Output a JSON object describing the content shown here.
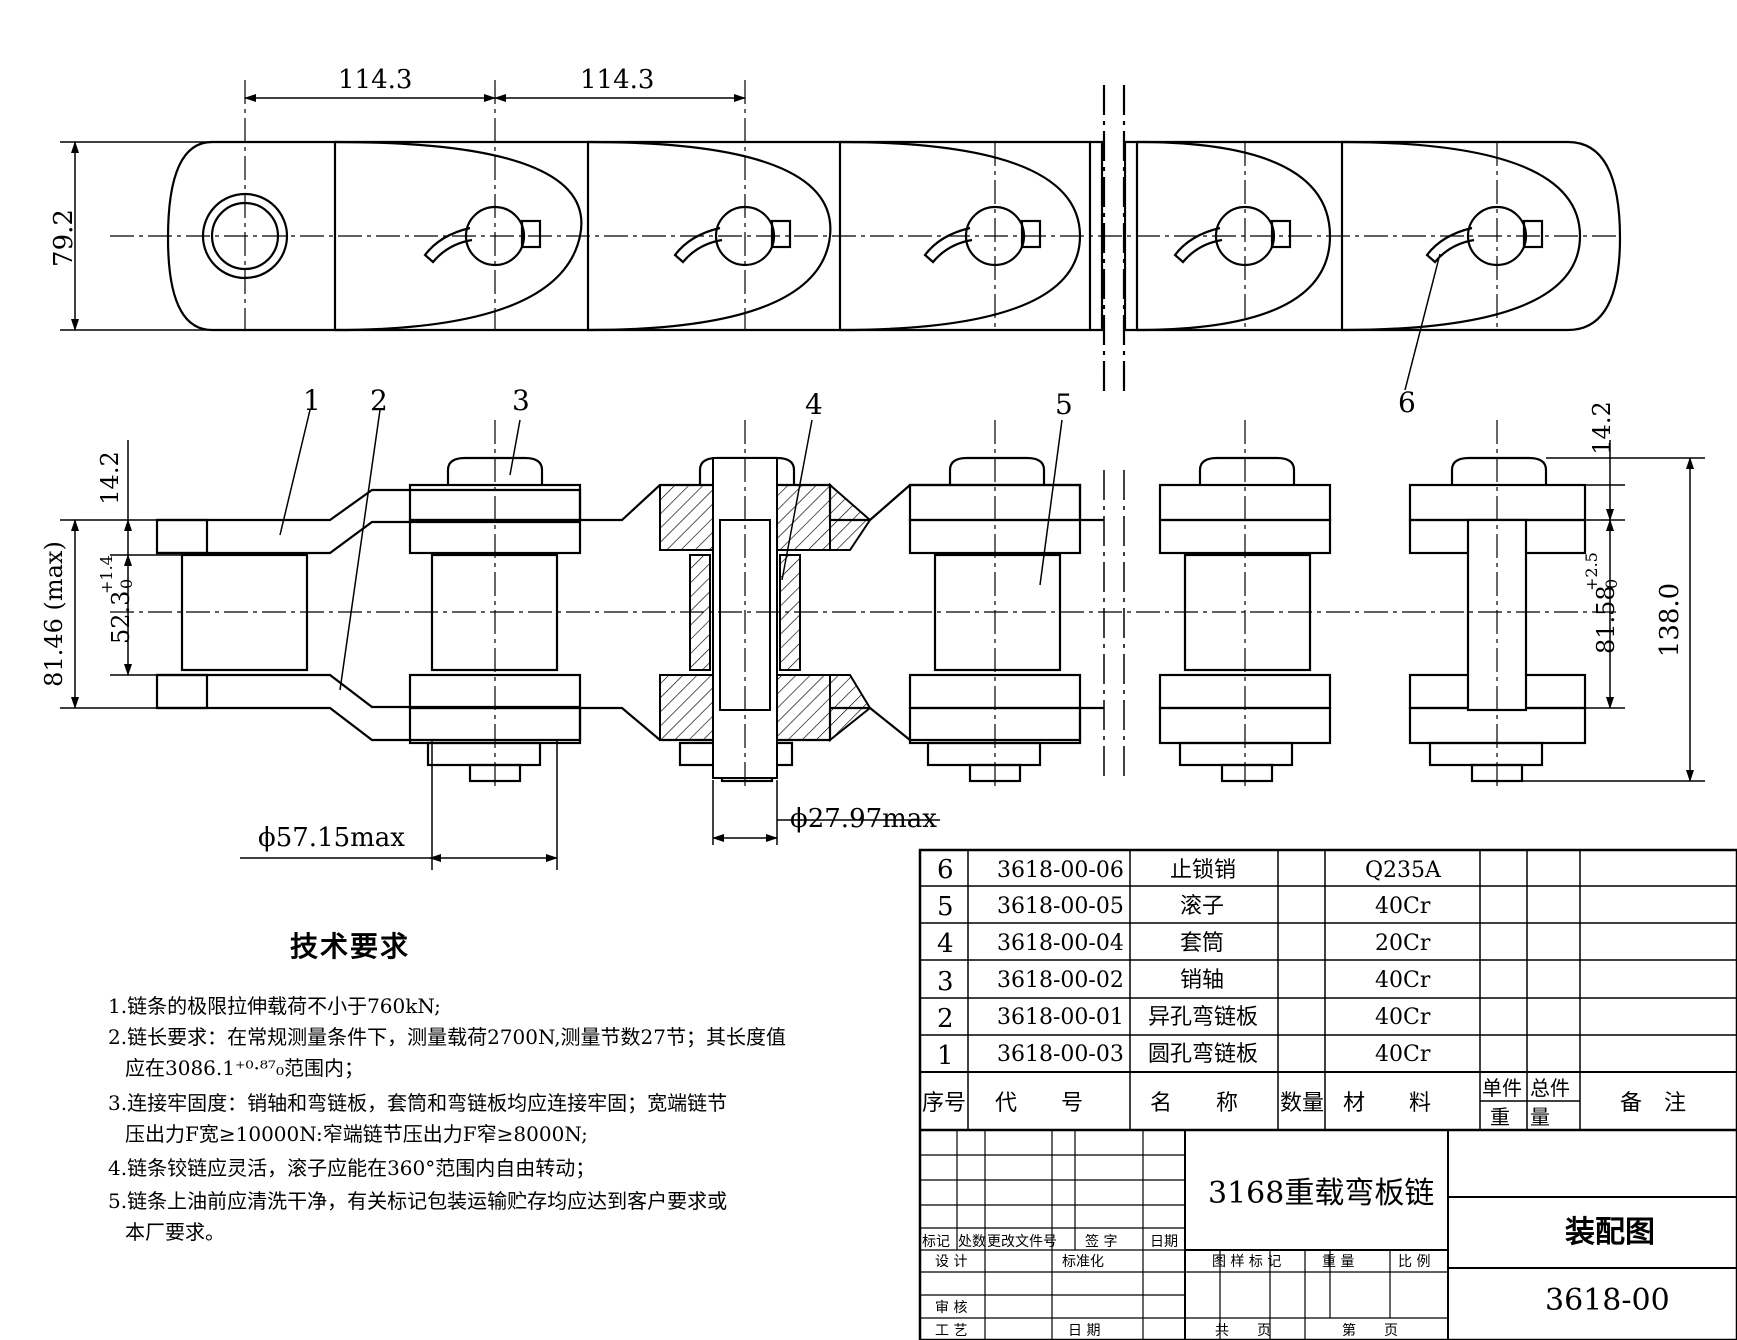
{
  "dimensions": {
    "pitch_1": "114.3",
    "pitch_2": "114.3",
    "plate_height": "79.2",
    "left_plate_thk": "14.2",
    "right_plate_thk": "14.2",
    "max_width": "81.46 (max)",
    "inner_width": "52.3",
    "inner_width_tol_upper": "+1.4",
    "inner_width_tol_lower": "0",
    "outer_inner": "81.58",
    "outer_inner_tol_upper": "+2.5",
    "outer_inner_tol_lower": "0",
    "overall": "138.0",
    "roller_dia": "ϕ57.15max",
    "pin_dia": "ϕ27.97max"
  },
  "balloons": [
    "1",
    "2",
    "3",
    "4",
    "5",
    "6"
  ],
  "tech_requirements": {
    "title": "技术要求",
    "items": [
      "1.链条的极限拉伸载荷不小于760kN;",
      "2.链长要求：在常规测量条件下，测量载荷2700N,测量节数27节；其长度值",
      "应在3086.1⁺⁰·⁸⁷₀范围内；",
      "3.连接牢固度：销轴和弯链板，套筒和弯链板均应连接牢固；宽端链节",
      "压出力F宽≥10000N:窄端链节压出力F窄≥8000N;",
      "4.链条铰链应灵活，滚子应能在360°范围内自由转动；",
      "5.链条上油前应清洗干净，有关标记包装运输贮存均应达到客户要求或",
      "本厂要求。"
    ]
  },
  "bom": {
    "rows": [
      {
        "no": "6",
        "code": "3618-00-06",
        "name": "止锁销",
        "qty": "",
        "material": "Q235A"
      },
      {
        "no": "5",
        "code": "3618-00-05",
        "name": "滚子",
        "qty": "",
        "material": "40Cr"
      },
      {
        "no": "4",
        "code": "3618-00-04",
        "name": "套筒",
        "qty": "",
        "material": "20Cr"
      },
      {
        "no": "3",
        "code": "3618-00-02",
        "name": "销轴",
        "qty": "",
        "material": "40Cr"
      },
      {
        "no": "2",
        "code": "3618-00-01",
        "name": "异孔弯链板",
        "qty": "",
        "material": "40Cr"
      },
      {
        "no": "1",
        "code": "3618-00-03",
        "name": "圆孔弯链板",
        "qty": "",
        "material": "40Cr"
      }
    ],
    "header": {
      "no": "序号",
      "code": "代　　号",
      "name": "名　　称",
      "qty": "数量",
      "material": "材　　料",
      "unit": "单件",
      "total": "总件",
      "weight": "重　量",
      "remark": "备　注"
    }
  },
  "title_block": {
    "product": "3168重载弯板链",
    "drawing_type": "装配图",
    "drawing_no": "3618-00",
    "labels": {
      "mark": "标记",
      "count": "处数",
      "change_doc": "更改文件号",
      "sign": "签 字",
      "date": "日期",
      "design": "设 计",
      "standard": "标准化",
      "check": "审 核",
      "process": "工 艺",
      "date2": "日 期",
      "sample_mark": "图 样 标 记",
      "weight": "重 量",
      "scale": "比 例",
      "total_sheets": "共　　页",
      "sheet": "第　　页"
    }
  }
}
